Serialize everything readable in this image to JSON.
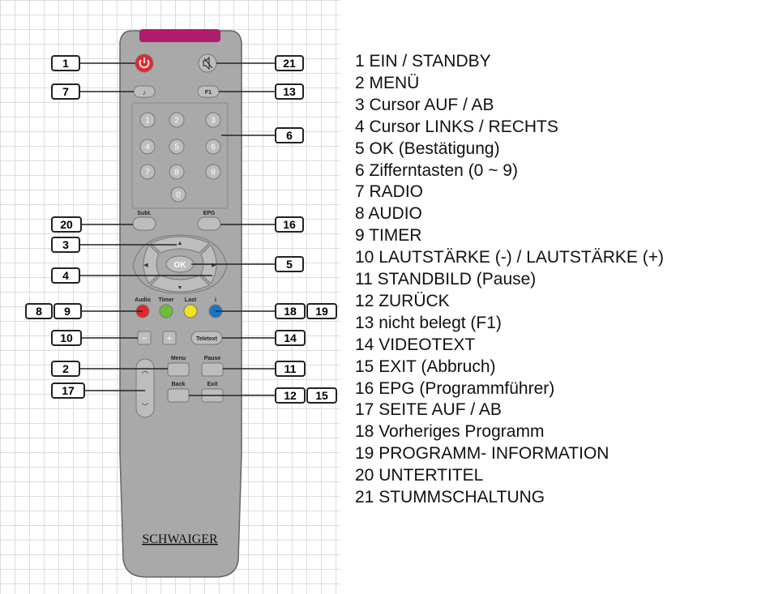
{
  "remote": {
    "brand": "SCHWAIGER",
    "digits": [
      "1",
      "2",
      "3",
      "4",
      "5",
      "6",
      "7",
      "8",
      "9",
      "0"
    ],
    "labels": {
      "subt": "Subt.",
      "epg": "EPG",
      "ok": "OK",
      "audio": "Audio",
      "timer": "Timer",
      "last": "Last",
      "info": "i",
      "minus": "−",
      "plus": "+",
      "teletext": "Teletext",
      "menu": "Menu",
      "pause": "Pause",
      "back": "Back",
      "exit": "Exit",
      "fn": "F1"
    },
    "colors": {
      "power": "#e8262b",
      "red": "#e3262b",
      "green": "#6cbf3a",
      "yellow": "#f4e21c",
      "blue": "#1b75c2",
      "top_bar": "#b01c6e",
      "body": "#a9a9a9",
      "button": "#bdbdbd"
    }
  },
  "callouts": {
    "c1": "1",
    "c21": "21",
    "c7": "7",
    "c13": "13",
    "c6": "6",
    "c20": "20",
    "c16": "16",
    "c3": "3",
    "c5": "5",
    "c4": "4",
    "c8": "8",
    "c9": "9",
    "c18": "18",
    "c19": "19",
    "c10": "10",
    "c14": "14",
    "c2": "2",
    "c11": "11",
    "c17": "17",
    "c12": "12",
    "c15": "15"
  },
  "legend": [
    "1   EIN / STANDBY",
    "2   MENÜ",
    "3  Cursor AUF / AB",
    "4  Cursor LINKS / RECHTS",
    "5  OK (Bestätigung)",
    "6  Zifferntasten (0 ~ 9)",
    "7  RADIO",
    "8  AUDIO",
    "9   TIMER",
    "10   LAUTSTÄRKE (-) / LAUTSTÄRKE (+)",
    "11   STANDBILD (Pause)",
    "12   ZURÜCK",
    "13  nicht belegt (F1)",
    "14  VIDEOTEXT",
    "15  EXIT (Abbruch)",
    "16  EPG (Programmführer)",
    "17  SEITE AUF / AB",
    "18  Vorheriges Programm",
    "19  PROGRAMM- INFORMATION",
    "20  UNTERTITEL",
    "21  STUMMSCHALTUNG"
  ]
}
